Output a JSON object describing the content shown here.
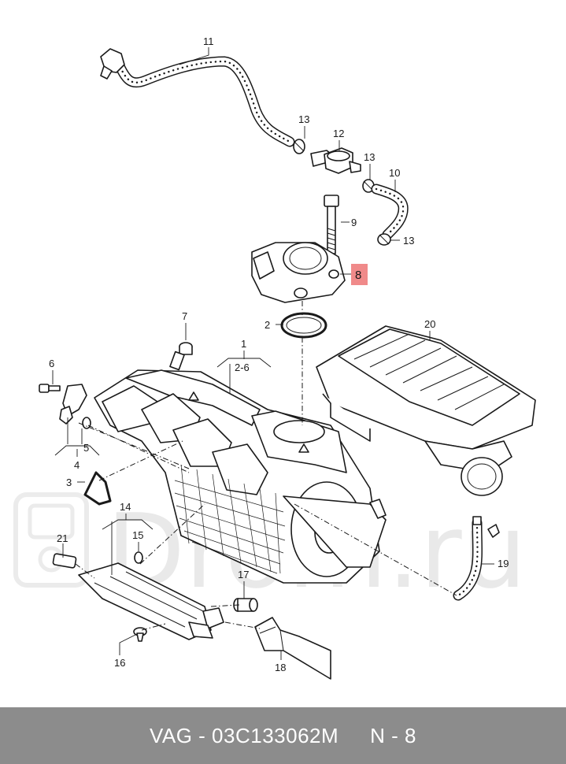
{
  "watermark": "Drom.ru",
  "highlight_color": "#f08a8a",
  "callouts": {
    "p1": "1",
    "p1_range": "2-6",
    "p2": "2",
    "p3": "3",
    "p4": "4",
    "p5": "5",
    "p6": "6",
    "p7": "7",
    "p8": "8",
    "p9": "9",
    "p10": "10",
    "p11": "11",
    "p12": "12",
    "p13a": "13",
    "p13b": "13",
    "p13c": "13",
    "p14": "14",
    "p15": "15",
    "p16": "16",
    "p17": "17",
    "p18": "18",
    "p19": "19",
    "p20": "20",
    "p21": "21"
  },
  "footer": {
    "part_number": "VAG - 03C133062M",
    "position": "N - 8"
  }
}
